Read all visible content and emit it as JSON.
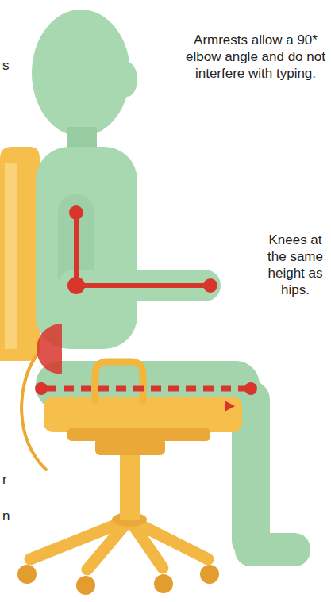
{
  "diagram": {
    "labels": [
      "Armrests allow a 90* elbow angle and do not interfere with typing.",
      "s",
      "Knees at the same height as hips.",
      "r",
      "n"
    ]
  }
}
